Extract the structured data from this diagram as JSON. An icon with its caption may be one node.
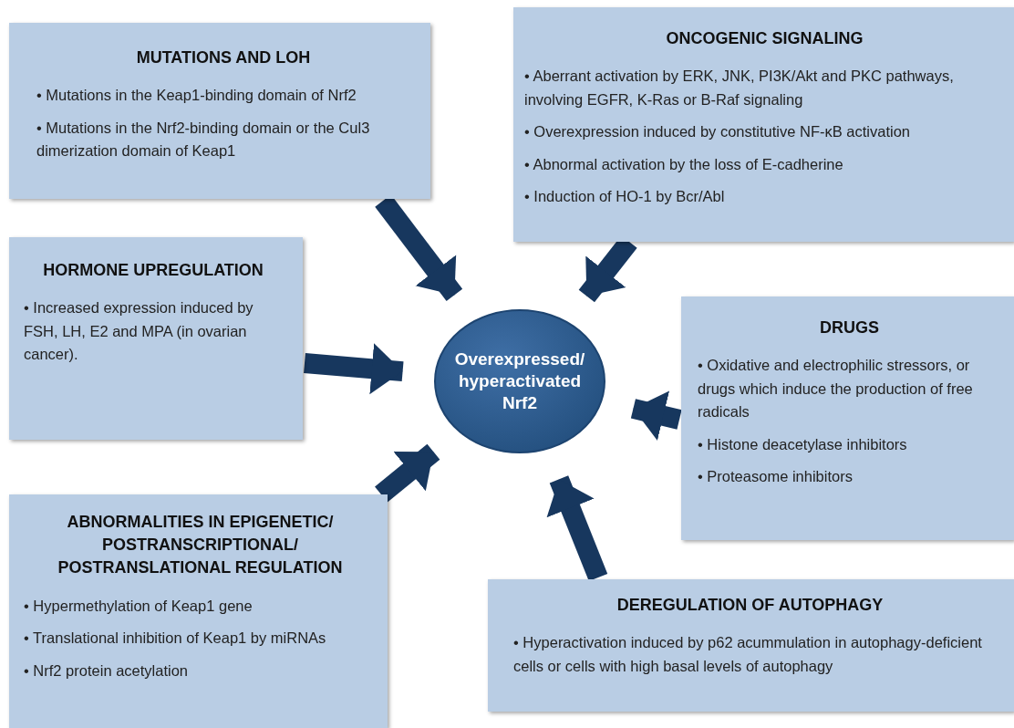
{
  "diagram": {
    "nodes": [
      {
        "text": [
          "MUTATIONS AND LOH",
          "• Mutations in the Keap1-binding domain of Nrf2",
          "• Mutations in the Nrf2-binding domain or the Cul3 dimerization domain of Keap1"
        ]
      },
      {
        "text": [
          "ONCOGENIC SIGNALING",
          "• Aberrant activation by ERK, JNK, PI3K/Akt and PKC pathways, involving EGFR, K-Ras or B-Raf signaling",
          "• Overexpression induced by constitutive NF-κB activation",
          "• Abnormal activation by the loss of E-cadherine",
          "• Induction of HO-1 by Bcr/Abl"
        ]
      },
      {
        "text": [
          "HORMONE UPREGULATION",
          "• Increased expression induced by FSH, LH, E2 and MPA (in ovarian cancer)."
        ]
      },
      {
        "text": [
          "Overexpressed/ hyperactivated Nrf2"
        ]
      },
      {
        "text": [
          "DRUGS",
          "• Oxidative and electrophilic stressors, or drugs which induce the production of free radicals",
          "• Histone deacetylase inhibitors",
          "• Proteasome inhibitors"
        ]
      },
      {
        "text": [
          "ABNORMALITIES IN EPIGENETIC/ POSTRANSCRIPTIONAL/ POSTRANSLATIONAL REGULATION",
          "• Hypermethylation of Keap1 gene",
          "• Translational inhibition of Keap1 by miRNAs",
          "• Nrf2 protein acetylation"
        ]
      },
      {
        "text": [
          "DEREGULATION OF AUTOPHAGY",
          "• Hyperactivation induced by p62 acummulation in autophagy-deficient cells or cells with high basal levels of autophagy"
        ]
      }
    ],
    "edges": [
      {
        "from": 0,
        "to": 3,
        "arrow": "to"
      },
      {
        "from": 1,
        "to": 3,
        "arrow": "to"
      },
      {
        "from": 2,
        "to": 3,
        "arrow": "to"
      },
      {
        "from": 4,
        "to": 3,
        "arrow": "to"
      },
      {
        "from": 5,
        "to": 3,
        "arrow": "to"
      },
      {
        "from": 6,
        "to": 3,
        "arrow": "to"
      }
    ]
  }
}
